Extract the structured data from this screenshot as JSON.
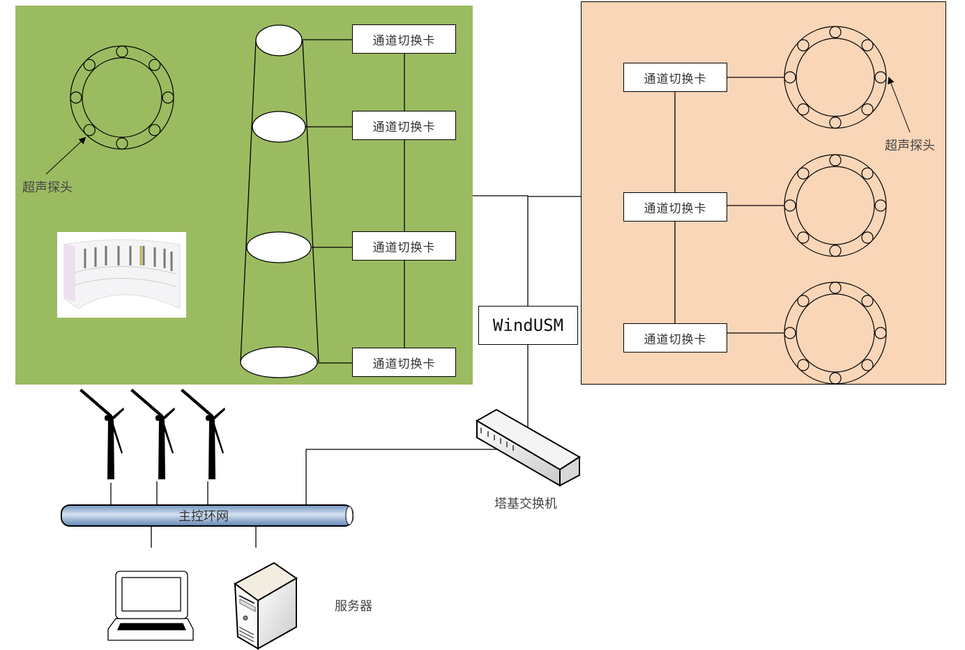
{
  "diagram": {
    "left_tower": {
      "probe_label": "超声探头",
      "cards": [
        "通道切换卡",
        "通道切换卡",
        "通道切换卡",
        "通道切换卡"
      ],
      "photo": "flange-bolt-ring-image"
    },
    "right_tower": {
      "probe_label": "超声探头",
      "cards": [
        "通道切换卡",
        "通道切换卡",
        "通道切换卡"
      ]
    },
    "windusm_label": "WindUSM",
    "switch_label": "塔基交换机",
    "ring_network_label": "主控环网",
    "server_label": "服务器",
    "turbine_count": 3,
    "colors": {
      "left_panel": "#9bbb61",
      "right_panel": "#fad6b9",
      "pipe": "#8fb0d4"
    }
  }
}
